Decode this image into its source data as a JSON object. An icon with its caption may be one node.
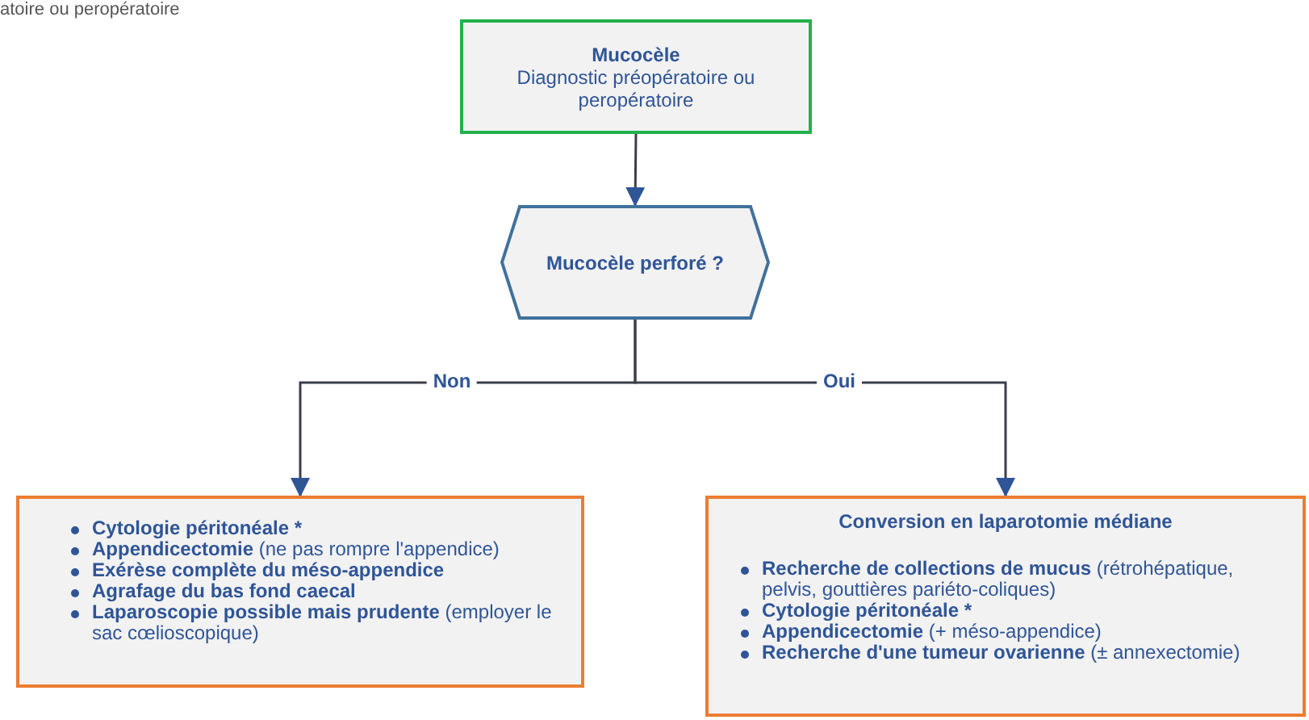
{
  "diagram": {
    "nodes": [
      {
        "text": [
          "Mucocèle",
          "Diagnostic préopératoire ou peropératoire"
        ]
      },
      {
        "text": [
          "Mucocèle perforé ?"
        ]
      },
      {
        "text": [
          "Cytologie péritonéale *",
          "**Appendicectomie** (ne pas rompre l'appendice)",
          "Exérèse complète du méso-appendice",
          "Agrafage du bas fond caecal",
          "**Laparoscopie possible mais prudente** (employer le sac cœlioscopique)"
        ]
      },
      {
        "text": [
          "Conversion en laparotomie médiane",
          "**Recherche de collections de mucus** (rétrohépatique, pelvis, gouttières pariéto-coliques)",
          "Cytologie péritonéale *",
          "**Appendicectomie** (+ méso-appendice)",
          "**Recherche d'une tumeur ovarienne** (± annexectomie)"
        ]
      }
    ],
    "edges": [
      {
        "from": 0,
        "to": 1,
        "arrow": "to"
      },
      {
        "from": 1,
        "to": 2,
        "arrow": "to",
        "label": "Non"
      },
      {
        "from": 1,
        "to": 3,
        "arrow": "to",
        "label": "Oui"
      }
    ],
    "labels": [
      "atoire ou peropératoire"
    ]
  }
}
